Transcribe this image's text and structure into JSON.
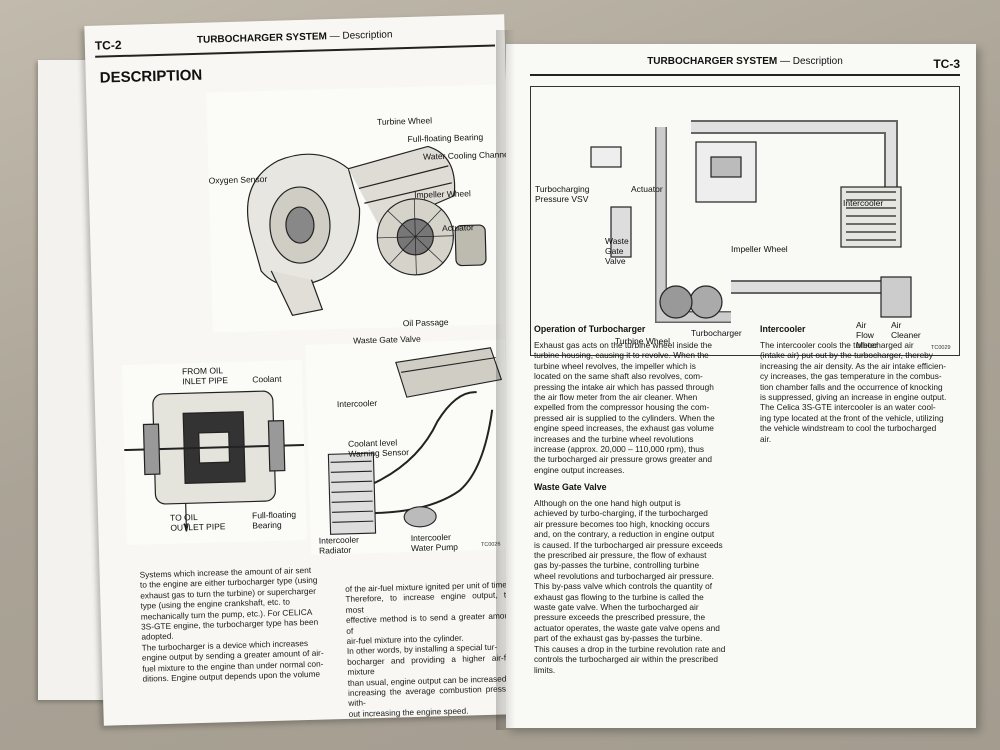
{
  "left_page": {
    "page_number": "TC-2",
    "header_title": "TURBOCHARGER SYSTEM",
    "header_sep": " — ",
    "header_section": "Description",
    "heading": "DESCRIPTION",
    "figure1_labels": [
      "Turbine Wheel",
      "Full-floating Bearing",
      "Water Cooling Channel",
      "Oxygen Sensor",
      "Impeller Wheel",
      "Actuator",
      "Oil Passage",
      "Waste Gate Valve"
    ],
    "figure2_labels": [
      "FROM OIL",
      "INLET PIPE",
      "Coolant",
      "TO OIL",
      "OUTLET PIPE",
      "Full-floating",
      "Bearing"
    ],
    "figure3_labels": [
      "Intercooler",
      "Coolant level",
      "Warning Sensor",
      "Intercooler",
      "Radiator",
      "Intercooler",
      "Water Pump"
    ],
    "figure_code": "TC0026",
    "body_lines": [
      "Systems which increase the amount of air sent",
      "to the engine are either turbocharger type (using",
      "exhaust gas to turn the turbine) or supercharger",
      "type (using the engine crankshaft, etc. to",
      "mechanically turn the pump, etc.). For CELICA",
      "3S-GTE engine, the turbocharger type has been",
      "adopted.",
      "The turbocharger is a device which increases",
      "engine output by sending a greater amount of air-",
      "fuel mixture to the engine than under normal con-",
      "ditions. Engine output depends upon the volume"
    ],
    "body_lines_2": [
      "of the air-fuel mixture ignited per unit of time.",
      "Therefore, to increase engine output, the most",
      "effective method is to send a greater amount of",
      "air-fuel mixture into the cylinder.",
      "In other words, by installing a special tur-",
      "bocharger and providing a higher air-fuel mixture",
      "than usual, engine output can be increased by",
      "increasing the average combustion pressure with-",
      "out increasing the engine speed."
    ]
  },
  "right_page": {
    "page_number": "TC-3",
    "header_title": "TURBOCHARGER SYSTEM",
    "header_sep": " — ",
    "header_section": "Description",
    "diagram_labels": [
      "Turbocharging",
      "Pressure VSV",
      "Actuator",
      "Waste",
      "Gate",
      "Valve",
      "Impeller Wheel",
      "Intercooler",
      "Turbine Wheel",
      "Turbocharger",
      "Air",
      "Flow",
      "Meter",
      "Air",
      "Cleaner"
    ],
    "diagram_code": "TC0029",
    "operation_title": "Operation of Turbocharger",
    "operation_lines": [
      "Exhaust gas acts on the turbine wheel inside the",
      "turbine housing, causing it to revolve. When the",
      "turbine wheel revolves, the impeller which is",
      "located on the same shaft also revolves, com-",
      "pressing the intake air which has passed through",
      "the air flow meter from the air cleaner. When",
      "expelled from the compressor housing the com-",
      "pressed air is supplied to the cylinders. When the",
      "engine speed increases, the exhaust gas volume",
      "increases and the turbine wheel revolutions",
      "increase (approx. 20,000 – 110,000 rpm), thus",
      "the turbocharged air pressure grows greater and",
      "engine output increases."
    ],
    "wastegate_title": "Waste Gate Valve",
    "wastegate_lines": [
      "Although on the one hand high output is",
      "achieved by turbo-charging, if the turbocharged",
      "air pressure becomes too high, knocking occurs",
      "and, on the contrary, a reduction in engine output",
      "is caused. If the turbocharged air pressure exceeds",
      "the prescribed air pressure, the flow of exhaust",
      "gas by-passes the turbine, controlling turbine",
      "wheel revolutions and turbocharged air pressure.",
      "This by-pass valve which controls the quantity of",
      "exhaust gas flowing to the turbine is called the",
      "waste gate valve. When the turbocharged air",
      "pressure exceeds the prescribed pressure, the",
      "actuator operates, the waste gate valve opens and",
      "part of the exhaust gas by-passes the turbine.",
      "This causes a drop in the turbine revolution rate and",
      "controls the turbocharged air within the prescribed",
      "limits."
    ],
    "intercooler_title": "Intercooler",
    "intercooler_lines": [
      "The intercooler cools the turbocharged air",
      "(intake air) put out by the turbocharger, thereby",
      "increasing the air density. As the air intake efficien-",
      "cy increases, the gas temperature in the combus-",
      "tion chamber falls and the occurrence of knocking",
      "is suppressed, giving an increase in engine output.",
      "The Celica 3S-GTE intercooler is an water cool-",
      "ing type located at the front of the vehicle, utilizing",
      "the vehicle windstream to cool the turbocharged",
      "air."
    ]
  }
}
